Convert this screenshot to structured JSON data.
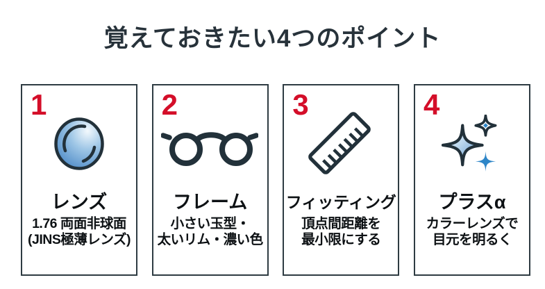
{
  "title": "覚えておきたい4つのポイント",
  "colors": {
    "accent_red": "#d40e29",
    "ink": "#27323a",
    "blue": "#2e86c8"
  },
  "cards": [
    {
      "number": "1",
      "icon": "lens-icon",
      "title": "レンズ",
      "desc_lines": [
        "1.76 両面非球面",
        "(JINS極薄レンズ)"
      ]
    },
    {
      "number": "2",
      "icon": "glasses-icon",
      "title": "フレーム",
      "desc_lines": [
        "小さい玉型・",
        "太いリム・濃い色"
      ]
    },
    {
      "number": "3",
      "icon": "ruler-icon",
      "title": "フィッティング",
      "desc_lines": [
        "頂点間距離を",
        "最小限にする"
      ]
    },
    {
      "number": "4",
      "icon": "sparkles-icon",
      "title": "プラスα",
      "desc_lines": [
        "カラーレンズで",
        "目元を明るく"
      ]
    }
  ]
}
